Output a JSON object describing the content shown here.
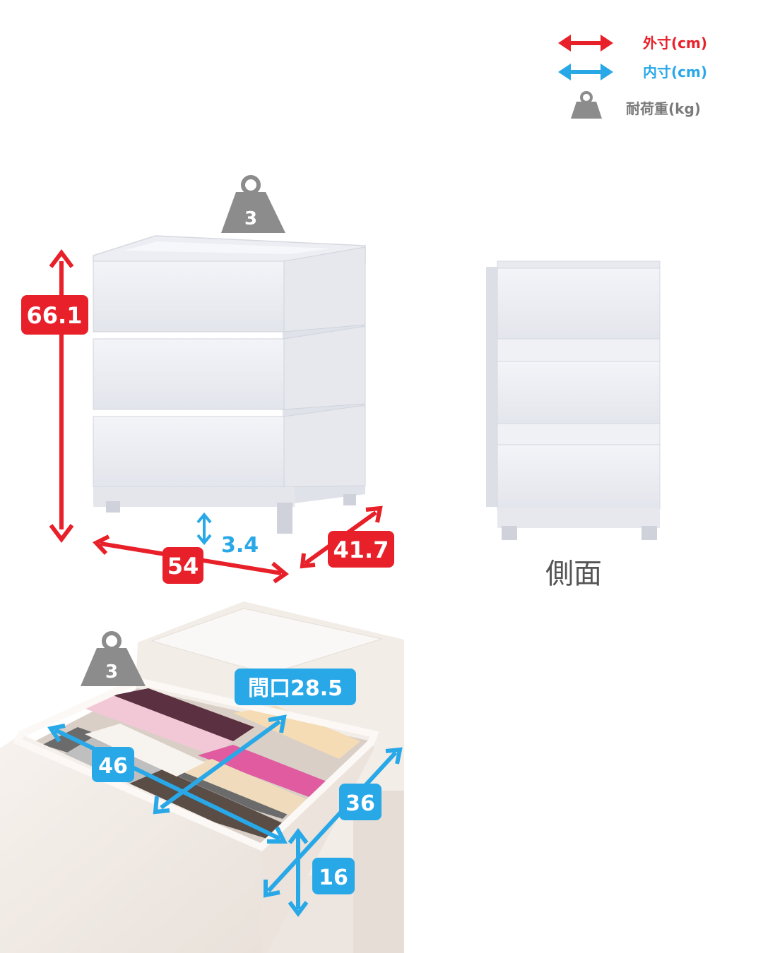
{
  "colors": {
    "outer": "#e8202a",
    "inner": "#29a8e8",
    "weight": "#8c8c8c"
  },
  "legend": {
    "outer_label": "外寸(cm)",
    "inner_label": "内寸(cm)",
    "weight_label": "耐荷重(kg)"
  },
  "front_view": {
    "top_load": "3",
    "height": "66.1",
    "width": "54",
    "depth": "41.7",
    "leg_clearance": "3.4"
  },
  "side_view": {
    "caption": "側面"
  },
  "drawer_view": {
    "drawer_load": "3",
    "opening_width": "間口28.5",
    "inner_width": "46",
    "inner_depth": "36",
    "inner_height": "16"
  }
}
